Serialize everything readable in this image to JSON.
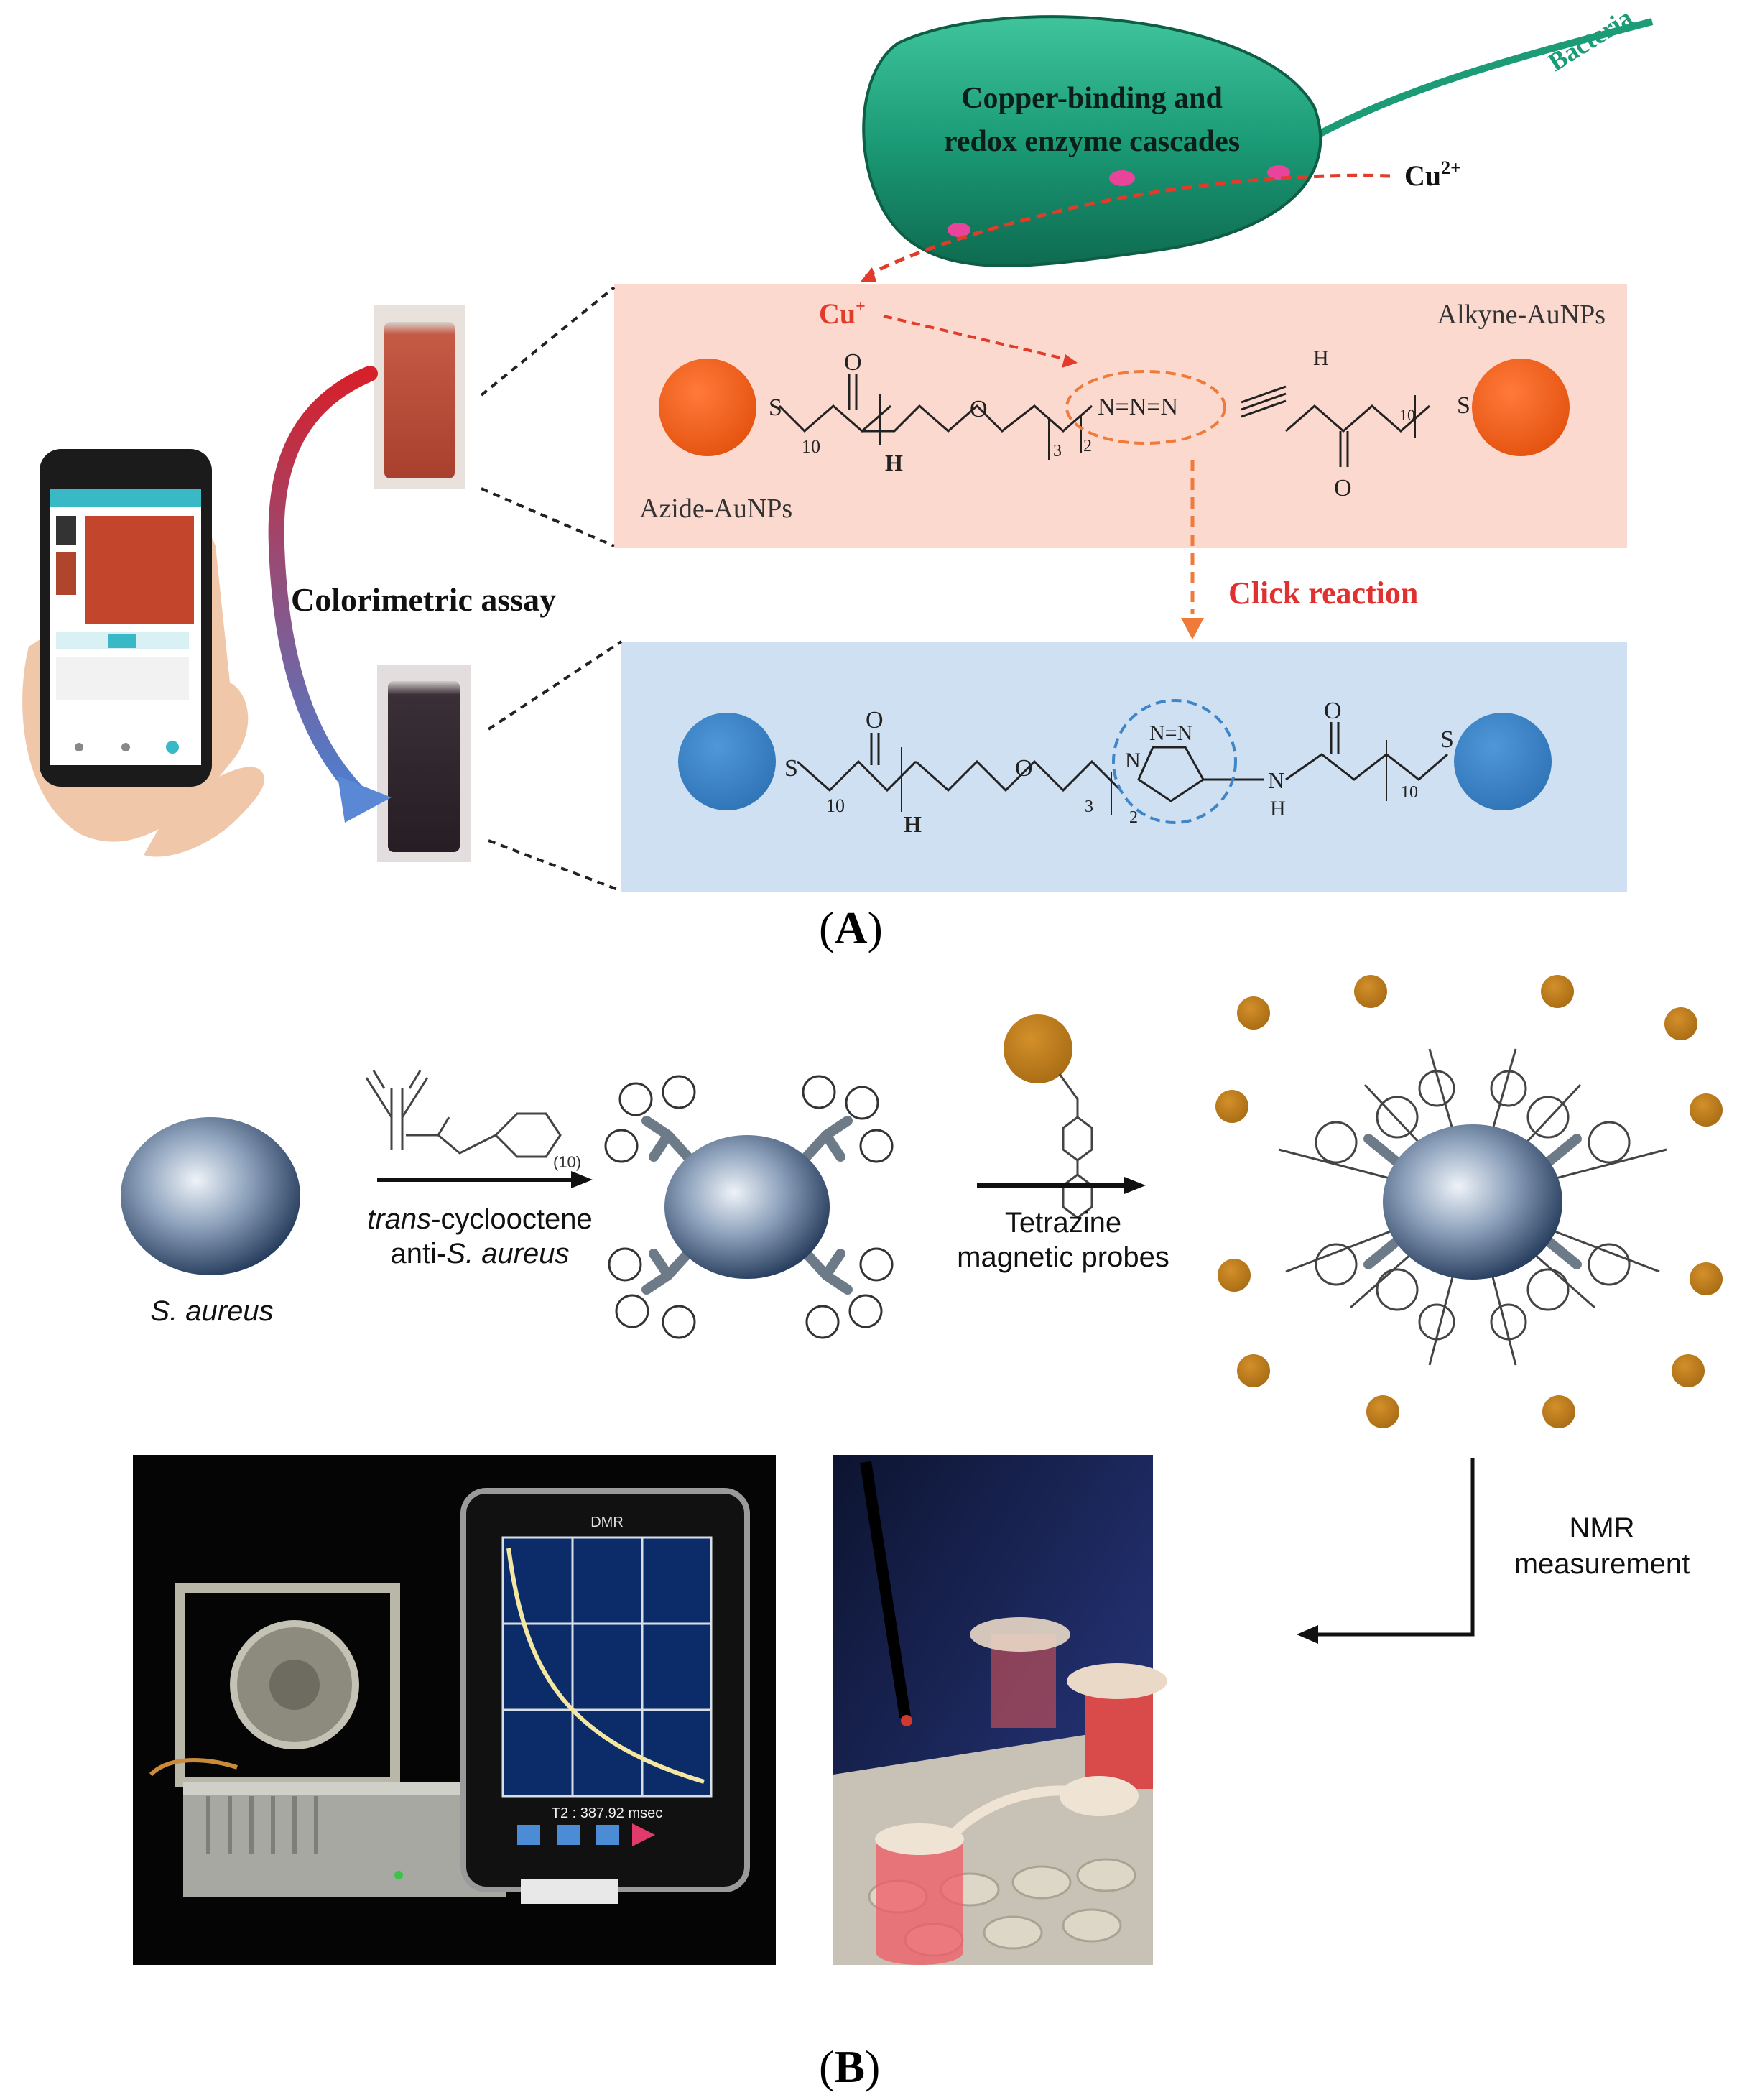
{
  "panel_a": {
    "label_open": "(",
    "label_letter": "A",
    "label_close": ")",
    "bacteria_word": "Bacteria",
    "enzyme_line1": "Copper-binding and",
    "enzyme_line2": "redox enzyme cascades",
    "cu2_label": "Cu",
    "cu2_sup": "2+",
    "cu1_label": "Cu",
    "cu1_sup": "+",
    "alkyne_label": "Alkyne-AuNPs",
    "azide_label": "Azide-AuNPs",
    "click_label": "Click reaction",
    "colorimetric_label": "Colorimetric assay",
    "chem_top": {
      "s_left": "S",
      "n10_left": "10",
      "o_amide": "O",
      "h_amide": "H",
      "o_ether": "O",
      "n3": "3",
      "n2": "2",
      "azide": "N=N=N",
      "h_alkyne": "H",
      "o_alkyne": "O",
      "n10_right": "10",
      "s_right": "S"
    },
    "chem_bottom": {
      "s_left": "S",
      "n10_left": "10",
      "o_amide": "O",
      "h_amide": "H",
      "o_ether": "O",
      "n3": "3",
      "n2": "2",
      "triazole_n": "N",
      "triazole_nn": "N=N",
      "nh_n": "N",
      "nh_h": "H",
      "o_right": "O",
      "n10_right": "10",
      "s_right": "S"
    },
    "colors": {
      "gold_np": "#f4601e",
      "blue_np": "#3f86c9",
      "top_box": "#fbd9cf",
      "bottom_box": "#cfe0f2",
      "dashed_red": "#e23b2a",
      "dashed_orange": "#ef7a3a",
      "bacteria": "#1c8f6e"
    }
  },
  "panel_b": {
    "label_open": "(",
    "label_letter": "B",
    "label_close": ")",
    "s_aureus_label": "S. aureus",
    "tco_line1_italic": "trans",
    "tco_line1_rest": "-cyclooctene",
    "tco_line2_prefix": "anti-",
    "tco_line2_italic": "S. aureus",
    "tco_index": "(10)",
    "tetrazine_line1": "Tetrazine",
    "tetrazine_line2": "magnetic probes",
    "nmr_line1": "NMR",
    "nmr_line2": "measurement",
    "tablet_title": "DMR",
    "tablet_readout": "T2 : 387.92  msec",
    "colors": {
      "bead": "#c07f1e",
      "cell_dark": "#223657",
      "cell_light": "#e8eef5"
    }
  }
}
